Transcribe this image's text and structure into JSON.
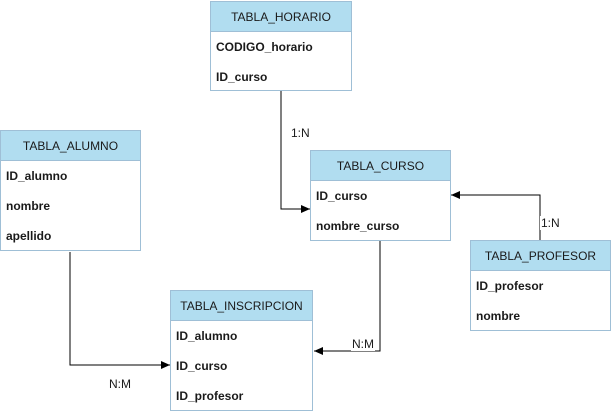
{
  "entities": {
    "horario": {
      "title": "TABLA_HORARIO",
      "fields": [
        "CODIGO_horario",
        "ID_curso"
      ]
    },
    "alumno": {
      "title": "TABLA_ALUMNO",
      "fields": [
        "ID_alumno",
        "nombre",
        "apellido"
      ]
    },
    "curso": {
      "title": "TABLA_CURSO",
      "fields": [
        "ID_curso",
        "nombre_curso"
      ]
    },
    "profesor": {
      "title": "TABLA_PROFESOR",
      "fields": [
        "ID_profesor",
        "nombre"
      ]
    },
    "inscripcion": {
      "title": "TABLA_INSCRIPCION",
      "fields": [
        "ID_alumno",
        "ID_curso",
        "ID_profesor"
      ]
    }
  },
  "relationships": {
    "horario_curso": "1:N",
    "profesor_curso": "1:N",
    "curso_inscripcion": "N:M",
    "alumno_inscripcion": "N:M"
  },
  "colors": {
    "header_fill": "#b1ddf0",
    "border": "#9fbfd6",
    "connector": "#000000"
  }
}
